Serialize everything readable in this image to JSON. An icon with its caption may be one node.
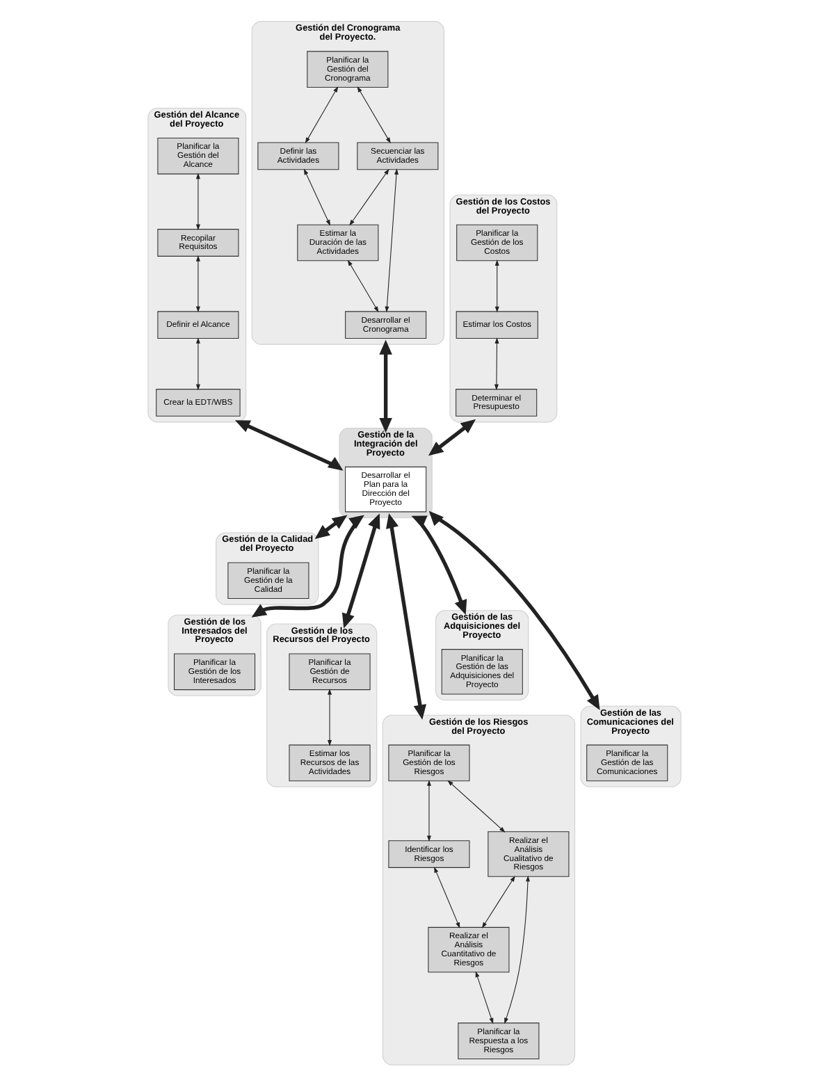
{
  "diagram": {
    "nodes": [
      {
        "text": [
          "Gestión del Alcance del Proyecto"
        ]
      },
      {
        "text": [
          "Planificar la Gestión del Alcance"
        ],
        "in": 0
      },
      {
        "text": [
          "Recopilar Requisitos"
        ],
        "in": 0
      },
      {
        "text": [
          "Definir el Alcance"
        ],
        "in": 0
      },
      {
        "text": [
          "Crear la EDT/WBS"
        ],
        "in": 0
      },
      {
        "text": [
          "Gestión del Cronograma del Proyecto."
        ]
      },
      {
        "text": [
          "Planificar la Gestión del Cronograma"
        ],
        "in": 5
      },
      {
        "text": [
          "Definir las Actividades"
        ],
        "in": 5
      },
      {
        "text": [
          "Secuenciar las Actividades"
        ],
        "in": 5
      },
      {
        "text": [
          "Estimar la Duración de las Actividades"
        ],
        "in": 5
      },
      {
        "text": [
          "Desarrollar el Cronograma"
        ],
        "in": 5
      },
      {
        "text": [
          "Gestión de los Costos del Proyecto"
        ]
      },
      {
        "text": [
          "Planificar la Gestión de los Costos"
        ],
        "in": 11
      },
      {
        "text": [
          "Estimar los Costos"
        ],
        "in": 11
      },
      {
        "text": [
          "Determinar el Presupuesto"
        ],
        "in": 11
      },
      {
        "text": [
          "Gestión de la Calidad del Proyecto"
        ]
      },
      {
        "text": [
          "Planificar la Gestión de la Calidad"
        ],
        "in": 15
      },
      {
        "text": [
          "Gestión de la Integración del Proyecto"
        ]
      },
      {
        "text": [
          "Desarrollar el Plan para la Dirección del Proyecto"
        ],
        "in": 17
      },
      {
        "text": [
          "Gestión de los Interesados del Proyecto"
        ]
      },
      {
        "text": [
          "Planificar la Gestión de los Interesados"
        ],
        "in": 19
      },
      {
        "text": [
          "Gestión de los Recursos del Proyecto"
        ]
      },
      {
        "text": [
          "Planificar la Gestión de Recursos"
        ],
        "in": 21
      },
      {
        "text": [
          "Estimar los Recursos de las Actividades"
        ],
        "in": 21
      },
      {
        "text": [
          "Gestión de los Riesgos del Proyecto"
        ]
      },
      {
        "text": [
          "Planificar la Gestión de los Riesgos"
        ],
        "in": 24
      },
      {
        "text": [
          "Identificar los Riesgos"
        ],
        "in": 24
      },
      {
        "text": [
          "Realizar el Análisis Cualitativo de Riesgos"
        ],
        "in": 24
      },
      {
        "text": [
          "Realizar el Análisis Cuantitativo de Riesgos"
        ],
        "in": 24
      },
      {
        "text": [
          "Planificar la Respuesta a los Riesgos"
        ],
        "in": 24
      },
      {
        "text": [
          "Gestión de las Adquisiciones del Proyecto"
        ]
      },
      {
        "text": [
          "Planificar la Gestión de las Adquisiciones del Proyecto"
        ],
        "in": 30
      },
      {
        "text": [
          "Gestión de las Comunicaciones del Proyecto"
        ]
      },
      {
        "text": [
          "Planificar la Gestión de las Comunicaciones"
        ],
        "in": 32
      }
    ],
    "edges": [
      {
        "from": 1,
        "to": 2,
        "arrow": "both"
      },
      {
        "from": 2,
        "to": 3,
        "arrow": "both"
      },
      {
        "from": 3,
        "to": 4,
        "arrow": "both"
      },
      {
        "from": 6,
        "to": 7,
        "arrow": "both"
      },
      {
        "from": 6,
        "to": 8,
        "arrow": "both"
      },
      {
        "from": 7,
        "to": 9,
        "arrow": "both"
      },
      {
        "from": 8,
        "to": 9,
        "arrow": "both"
      },
      {
        "from": 8,
        "to": 10,
        "arrow": "both"
      },
      {
        "from": 9,
        "to": 10,
        "arrow": "both"
      },
      {
        "from": 12,
        "to": 13,
        "arrow": "both"
      },
      {
        "from": 13,
        "to": 14,
        "arrow": "both"
      },
      {
        "from": 22,
        "to": 23,
        "arrow": "both"
      },
      {
        "from": 25,
        "to": 26,
        "arrow": "both"
      },
      {
        "from": 25,
        "to": 27,
        "arrow": "both"
      },
      {
        "from": 26,
        "to": 28,
        "arrow": "both"
      },
      {
        "from": 27,
        "to": 28,
        "arrow": "both"
      },
      {
        "from": 27,
        "to": 29,
        "arrow": "both"
      },
      {
        "from": 28,
        "to": 29,
        "arrow": "both"
      },
      {
        "from": 0,
        "to": 17,
        "arrow": "both",
        "style": "thick"
      },
      {
        "from": 5,
        "to": 17,
        "arrow": "both",
        "style": "thick"
      },
      {
        "from": 11,
        "to": 17,
        "arrow": "both",
        "style": "thick"
      },
      {
        "from": 17,
        "to": 15,
        "arrow": "both",
        "style": "thick"
      },
      {
        "from": 17,
        "to": 19,
        "arrow": "both",
        "style": "thick"
      },
      {
        "from": 17,
        "to": 21,
        "arrow": "both",
        "style": "thick"
      },
      {
        "from": 17,
        "to": 24,
        "arrow": "both",
        "style": "thick"
      },
      {
        "from": 17,
        "to": 30,
        "arrow": "both",
        "style": "thick"
      },
      {
        "from": 17,
        "to": 32,
        "arrow": "both",
        "style": "thick"
      }
    ]
  }
}
